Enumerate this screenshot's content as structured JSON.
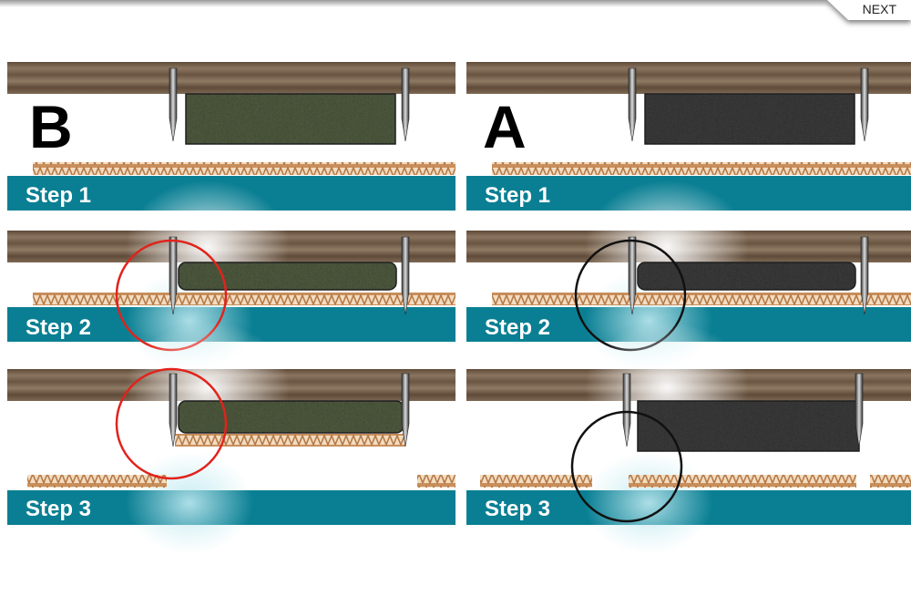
{
  "nav": {
    "next_label": "NEXT"
  },
  "panels": [
    {
      "letter": "B",
      "steps": [
        "Step 1",
        "Step 2",
        "Step 3"
      ],
      "circle_color": "#e0231c",
      "pad_color": "#4f5b3f"
    },
    {
      "letter": "A",
      "steps": [
        "Step 1",
        "Step 2",
        "Step 3"
      ],
      "circle_color": "#111111",
      "pad_color": "#3b3b3b"
    }
  ],
  "colors": {
    "teal": "#0a7f93",
    "wood": "#7a6450",
    "cardboard": "#d9a877"
  }
}
